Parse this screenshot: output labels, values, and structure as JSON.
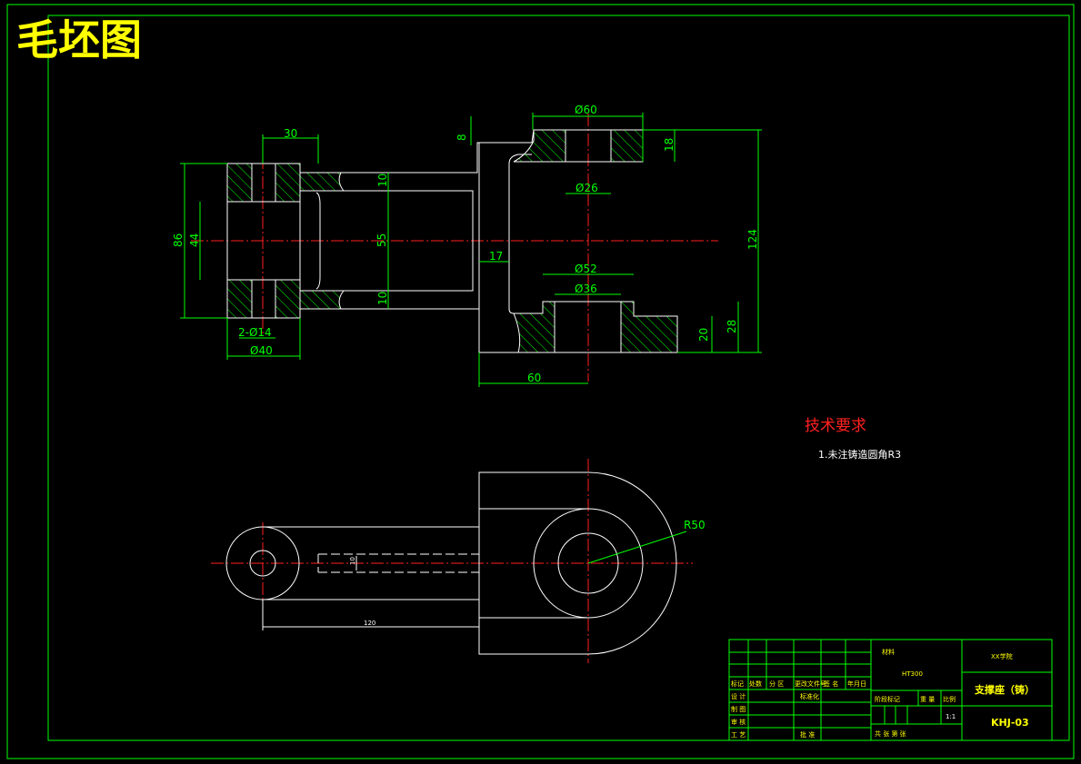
{
  "drawing": {
    "title": "毛坯图",
    "tech_req_title": "技术要求",
    "tech_req_item": "1.未注铸造圆角R3"
  },
  "dimensions": {
    "d30": "30",
    "d8": "8",
    "d60dia": "Ø60",
    "d18": "18",
    "d124": "124",
    "d10a": "10",
    "d26": "Ø26",
    "d86": "86",
    "d44": "44",
    "d55": "55",
    "d17": "17",
    "d52": "Ø52",
    "d36": "Ø36",
    "d10b": "10",
    "d2x14": "2-Ø14",
    "d40": "Ø40",
    "d20": "20",
    "d28": "28",
    "d60": "60",
    "r50": "R50",
    "d10c": "10",
    "d120": "120"
  },
  "title_block": {
    "material_label": "材料",
    "material": "HT300",
    "school": "XX学院",
    "part_name": "支撑座（铸）",
    "drawing_no": "KHJ-03",
    "scale": "1:1",
    "scale_label": "比例",
    "weight_label": "重 量",
    "stage_label": "阶段标记",
    "row_mark": "标记",
    "row_count": "处数",
    "row_zone": "分 区",
    "row_doc": "更改文件号",
    "row_sign": "签 名",
    "row_date": "年月日",
    "design": "设 计",
    "standard": "标准化",
    "draw": "制 图",
    "check": "审 核",
    "process": "工 艺",
    "approve": "批 准",
    "sheets": "共  张  第  张"
  },
  "colors": {
    "background": "#000000",
    "border": "#00ff00",
    "outline": "#ffffff",
    "centerline": "#ff2020",
    "dimension": "#00ff00",
    "title": "#ffff00",
    "tech_title": "#ff2020"
  }
}
